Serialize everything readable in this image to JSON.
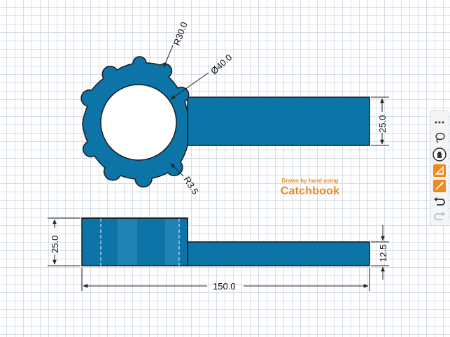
{
  "drawing": {
    "labels": {
      "r30": "R30.0",
      "dia40": "Ø40.0",
      "r35": "R3.5",
      "w25_top": "25.0",
      "h25_left": "25.0",
      "h12_5": "12.5",
      "len150": "150.0"
    },
    "colors": {
      "part_fill": "#0d74a8",
      "part_light": "#2286b8",
      "part_stroke": "#1a1a1a",
      "dim": "#222222"
    }
  },
  "watermark": {
    "line1": "Drawn by hand using",
    "line2": "Catchbook",
    "color": "#e88a24"
  },
  "toolbar": {
    "tools": [
      {
        "icon": "more-icon",
        "state": "normal"
      },
      {
        "icon": "lasso-icon",
        "state": "normal"
      },
      {
        "icon": "pen-icon",
        "state": "selected"
      },
      {
        "icon": "ruler-icon",
        "state": "active-orange"
      },
      {
        "icon": "magic-wand-icon",
        "state": "active-orange"
      },
      {
        "icon": "undo-icon",
        "state": "normal"
      },
      {
        "icon": "redo-icon",
        "state": "disabled"
      }
    ],
    "accent": "#f08a1c"
  }
}
